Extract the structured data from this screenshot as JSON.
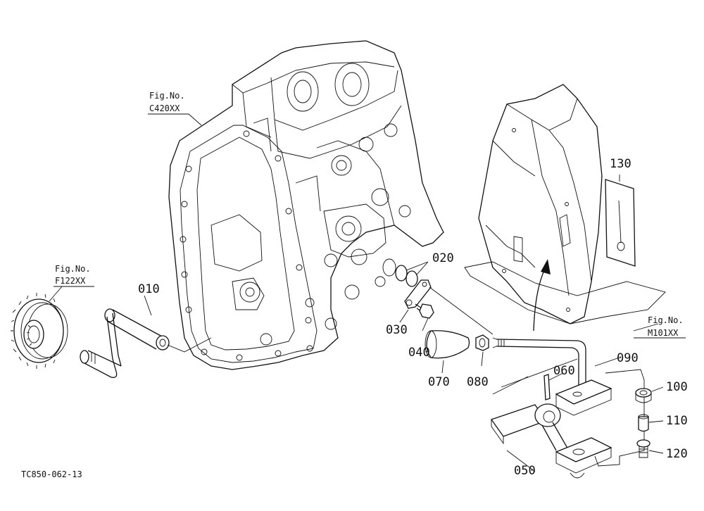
{
  "diagram_code": "TC850-062-13",
  "figure_refs": [
    {
      "id": "c420",
      "line1": "Fig.No.",
      "line2": "C420XX"
    },
    {
      "id": "f122",
      "line1": "Fig.No.",
      "line2": "F122XX"
    },
    {
      "id": "m101",
      "line1": "Fig.No.",
      "line2": "M101XX"
    }
  ],
  "part_numbers": {
    "p010": "010",
    "p020": "020",
    "p030": "030",
    "p040": "040",
    "p050": "050",
    "p060": "060",
    "p070": "070",
    "p080": "080",
    "p090": "090",
    "p100": "100",
    "p110": "110",
    "p120": "120",
    "p130": "130"
  }
}
